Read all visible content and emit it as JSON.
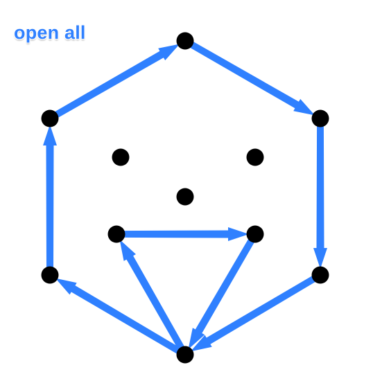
{
  "header": {
    "title": "open all"
  },
  "diagram": {
    "colors": {
      "dot": "#000000",
      "arrow": "#2f80ff",
      "title": "#2f80ff"
    },
    "nodes": [
      {
        "id": "top"
      },
      {
        "id": "upper-right"
      },
      {
        "id": "lower-right"
      },
      {
        "id": "bottom"
      },
      {
        "id": "lower-left"
      },
      {
        "id": "upper-left"
      },
      {
        "id": "inner-upper-left"
      },
      {
        "id": "inner-upper-right"
      },
      {
        "id": "center"
      },
      {
        "id": "inner-lower-left"
      },
      {
        "id": "inner-lower-right"
      }
    ],
    "edges": [
      {
        "from": "upper-left",
        "to": "top"
      },
      {
        "from": "top",
        "to": "upper-right"
      },
      {
        "from": "upper-right",
        "to": "lower-right"
      },
      {
        "from": "lower-right",
        "to": "bottom"
      },
      {
        "from": "bottom",
        "to": "lower-left"
      },
      {
        "from": "lower-left",
        "to": "upper-left"
      },
      {
        "from": "bottom",
        "to": "inner-lower-left"
      },
      {
        "from": "inner-lower-left",
        "to": "inner-lower-right"
      },
      {
        "from": "inner-lower-right",
        "to": "bottom"
      }
    ]
  }
}
